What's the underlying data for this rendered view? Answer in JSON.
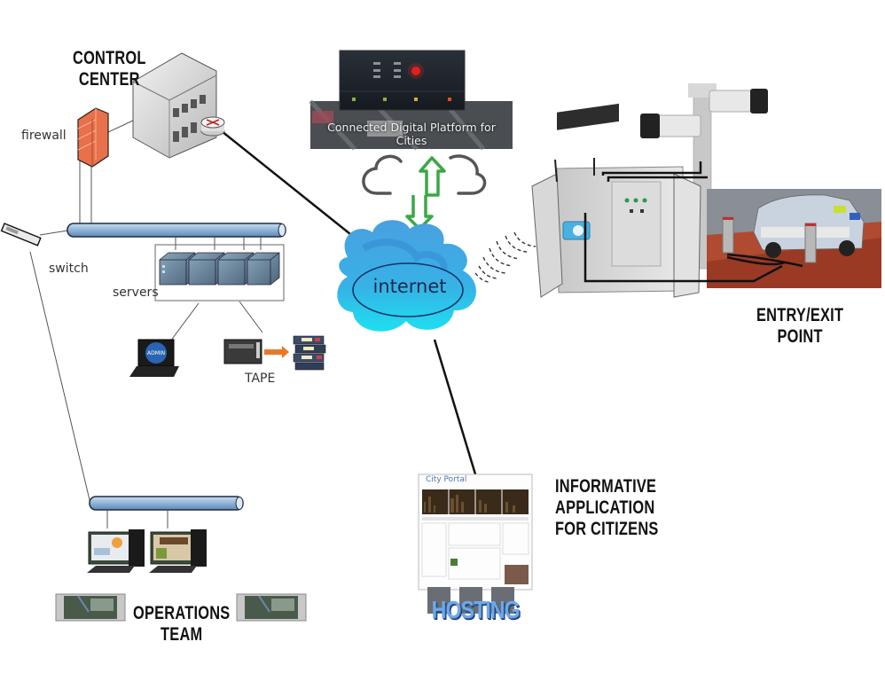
{
  "diagram": {
    "title": "Smart City Access Control Network Architecture",
    "nodes": {
      "control_center": {
        "label": "CONTROL\nCENTER",
        "line1": "CONTROL",
        "line2": "CENTER"
      },
      "firewall": {
        "label": "firewall"
      },
      "switch": {
        "label": "switch"
      },
      "servers": {
        "label": "servers",
        "count": 4
      },
      "admin": {
        "label": "ADMIN"
      },
      "tape": {
        "label": "TAPE"
      },
      "platform": {
        "caption": "Connected Digital Platform for Cities"
      },
      "internet": {
        "label": "internet"
      },
      "entry_exit": {
        "line1": "ENTRY/EXIT",
        "line2": "POINT"
      },
      "citizens_app": {
        "line1": "INFORMATIVE",
        "line2": "APPLICATION",
        "line3": "FOR CITIZENS",
        "portal_title": "City Portal"
      },
      "hosting": {
        "label": "HOSTING"
      },
      "operations": {
        "line1": "OPERATIONS",
        "line2": "TEAM",
        "workstations": 2,
        "video_walls": 2
      }
    },
    "edges": [
      {
        "from": "router",
        "to": "internet"
      },
      {
        "from": "internet",
        "to": "citizens_app"
      },
      {
        "from": "internet",
        "to": "entry_exit",
        "type": "wireless"
      },
      {
        "from": "platform",
        "to": "internet",
        "type": "bidirectional"
      },
      {
        "from": "firewall",
        "to": "control_center"
      },
      {
        "from": "firewall",
        "to": "backbone_top"
      },
      {
        "from": "switch",
        "to": "backbone_top"
      },
      {
        "from": "switch",
        "to": "backbone_bottom"
      },
      {
        "from": "servers",
        "to": "admin"
      },
      {
        "from": "servers",
        "to": "tape"
      }
    ],
    "colors": {
      "backbone": "#8fb4d8",
      "internet_cloud": "#2fb8e8",
      "arrow": "#3aa845",
      "firewall": "#e8603a",
      "tape_arrow": "#e8782a",
      "hosting": "#6fa8e8"
    }
  }
}
